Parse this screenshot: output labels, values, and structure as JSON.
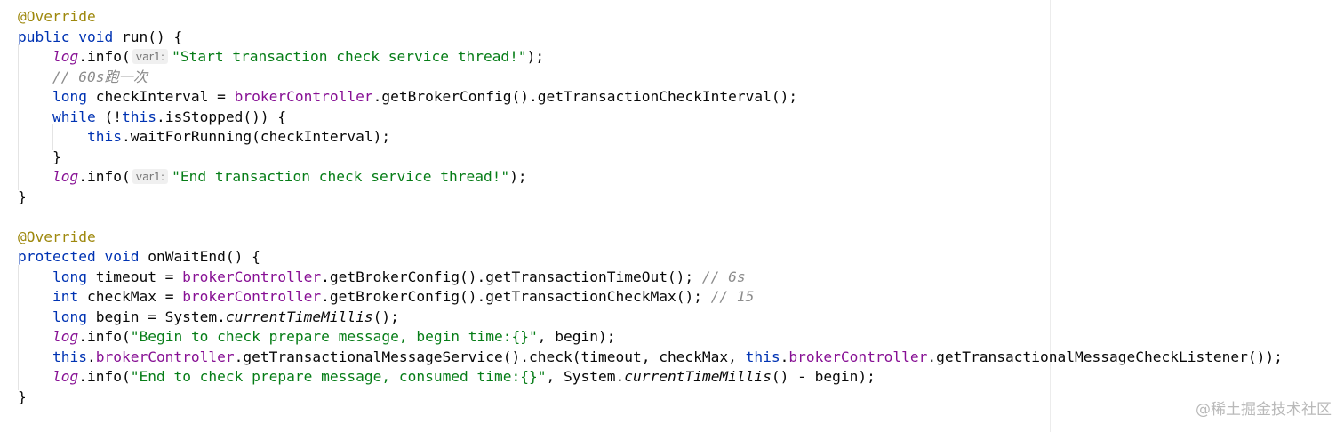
{
  "code": {
    "l1": {
      "ann": "@Override"
    },
    "l2": {
      "kw1": "public",
      "kw2": "void",
      "name": "run",
      "rest": "() {"
    },
    "l3": {
      "field": "log",
      "call": ".info(",
      "hint": "var1:",
      "str": "\"Start transaction check service thread!\"",
      "end": ");"
    },
    "l4": {
      "comment": "// 60s跑一次"
    },
    "l5": {
      "kw": "long",
      "text1": " checkInterval = ",
      "field": "brokerController",
      "text2": ".getBrokerConfig().getTransactionCheckInterval();"
    },
    "l6": {
      "kw1": "while",
      "text1": " (!",
      "kw2": "this",
      "text2": ".isStopped()) {"
    },
    "l7": {
      "kw": "this",
      "text": ".waitForRunning(checkInterval);"
    },
    "l8": {
      "text": "}"
    },
    "l9": {
      "field": "log",
      "call": ".info(",
      "hint": "var1:",
      "str": "\"End transaction check service thread!\"",
      "end": ");"
    },
    "l10": {
      "text": "}"
    },
    "l12": {
      "ann": "@Override"
    },
    "l13": {
      "kw1": "protected",
      "kw2": "void",
      "name": "onWaitEnd",
      "rest": "() {"
    },
    "l14": {
      "kw": "long",
      "text1": " timeout = ",
      "field": "brokerController",
      "text2": ".getBrokerConfig().getTransactionTimeOut(); ",
      "comment": "// 6s"
    },
    "l15": {
      "kw": "int",
      "text1": " checkMax = ",
      "field": "brokerController",
      "text2": ".getBrokerConfig().getTransactionCheckMax(); ",
      "comment": "// 15"
    },
    "l16": {
      "kw": "long",
      "text1": " begin = System.",
      "method": "currentTimeMillis",
      "text2": "();"
    },
    "l17": {
      "field": "log",
      "call": ".info(",
      "str": "\"Begin to check prepare message, begin time:{}\"",
      "end": ", begin);"
    },
    "l18": {
      "kw1": "this",
      "text1": ".",
      "field1": "brokerController",
      "text2": ".getTransactionalMessageService().check(timeout, checkMax, ",
      "kw2": "this",
      "text3": ".",
      "field2": "brokerController",
      "text4": ".getTransactionalMessageCheckListener());"
    },
    "l19": {
      "field": "log",
      "call": ".info(",
      "str": "\"End to check prepare message, consumed time:{}\"",
      "text1": ", System.",
      "method": "currentTimeMillis",
      "text2": "() - begin);"
    },
    "l20": {
      "text": "}"
    }
  },
  "watermark": "@稀土掘金技术社区",
  "colors": {
    "keyword": "#0033b3",
    "annotation": "#9e880d",
    "field": "#871094",
    "string": "#067d17",
    "comment": "#8c8c8c",
    "text": "#080808"
  }
}
